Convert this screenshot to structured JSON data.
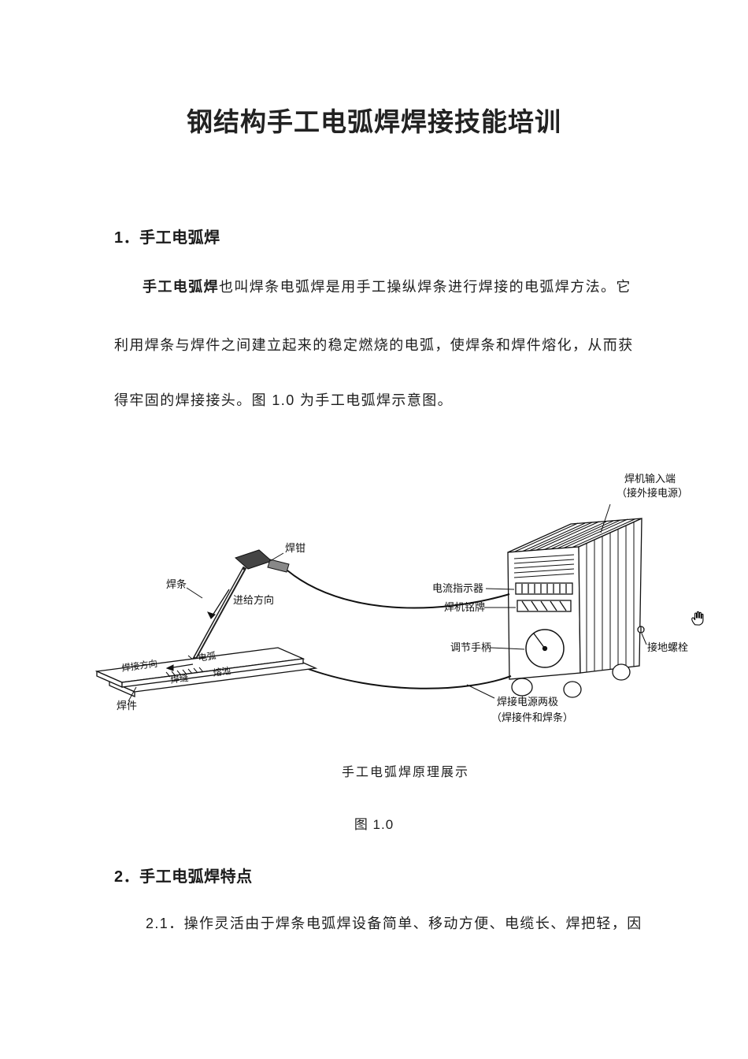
{
  "document": {
    "title": "钢结构手工电弧焊焊接技能培训",
    "section1": {
      "heading": "1．手工电弧焊",
      "line1_bold": "手工电弧焊",
      "line1_rest": "也叫焊条电弧焊是用手工操纵焊条进行焊接的电弧焊方法。它",
      "line2": "利用焊条与焊件之间建立起来的稳定燃烧的电弧，使焊条和焊件熔化，从而获",
      "line3": "得牢固的焊接接头。图 1.0 为手工电弧焊示意图。"
    },
    "figure": {
      "caption": "手工电弧焊原理展示",
      "number": "图 1.0",
      "labels": {
        "machine_input": "焊机输入端",
        "machine_input_sub": "（接外接电源）",
        "holder": "焊钳",
        "electrode": "焊条",
        "feed_direction": "进给方向",
        "current_indicator": "电流指示器",
        "nameplate": "焊机铭牌",
        "adjust_handle": "调节手柄",
        "ground_bolt": "接地螺栓",
        "weld_direction": "焊接方向",
        "arc": "电弧",
        "seam": "焊缝",
        "pool": "熔池",
        "workpiece": "焊件",
        "power_poles": "焊接电源两极",
        "power_poles_sub": "（焊接件和焊条）"
      }
    },
    "section2": {
      "heading": "2．手工电弧焊特点",
      "para": "2.1．操作灵活由于焊条电弧焊设备简单、移动方便、电缆长、焊把轻，因"
    }
  }
}
